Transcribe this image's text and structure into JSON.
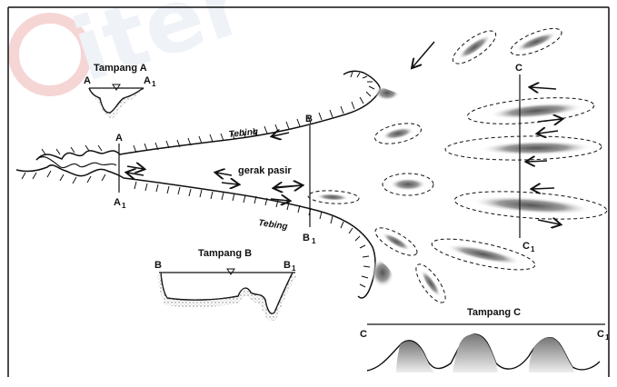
{
  "watermark": "iter",
  "labels": {
    "tampang_a": "Tampang A",
    "tampang_b": "Tampang B",
    "tampang_c": "Tampang C",
    "a": "A",
    "a1": "A",
    "b": "B",
    "b1": "B",
    "c": "C",
    "c1": "C",
    "sub1": "1",
    "tebing_upper": "Tebing",
    "tebing_lower": "Tebing",
    "gerak_pasir": "gerak pasir"
  },
  "colors": {
    "ink": "#111111",
    "shade": "#8a8a8a",
    "watermark_ring": "#f0b8b8",
    "watermark_text": "#e9eef5"
  }
}
